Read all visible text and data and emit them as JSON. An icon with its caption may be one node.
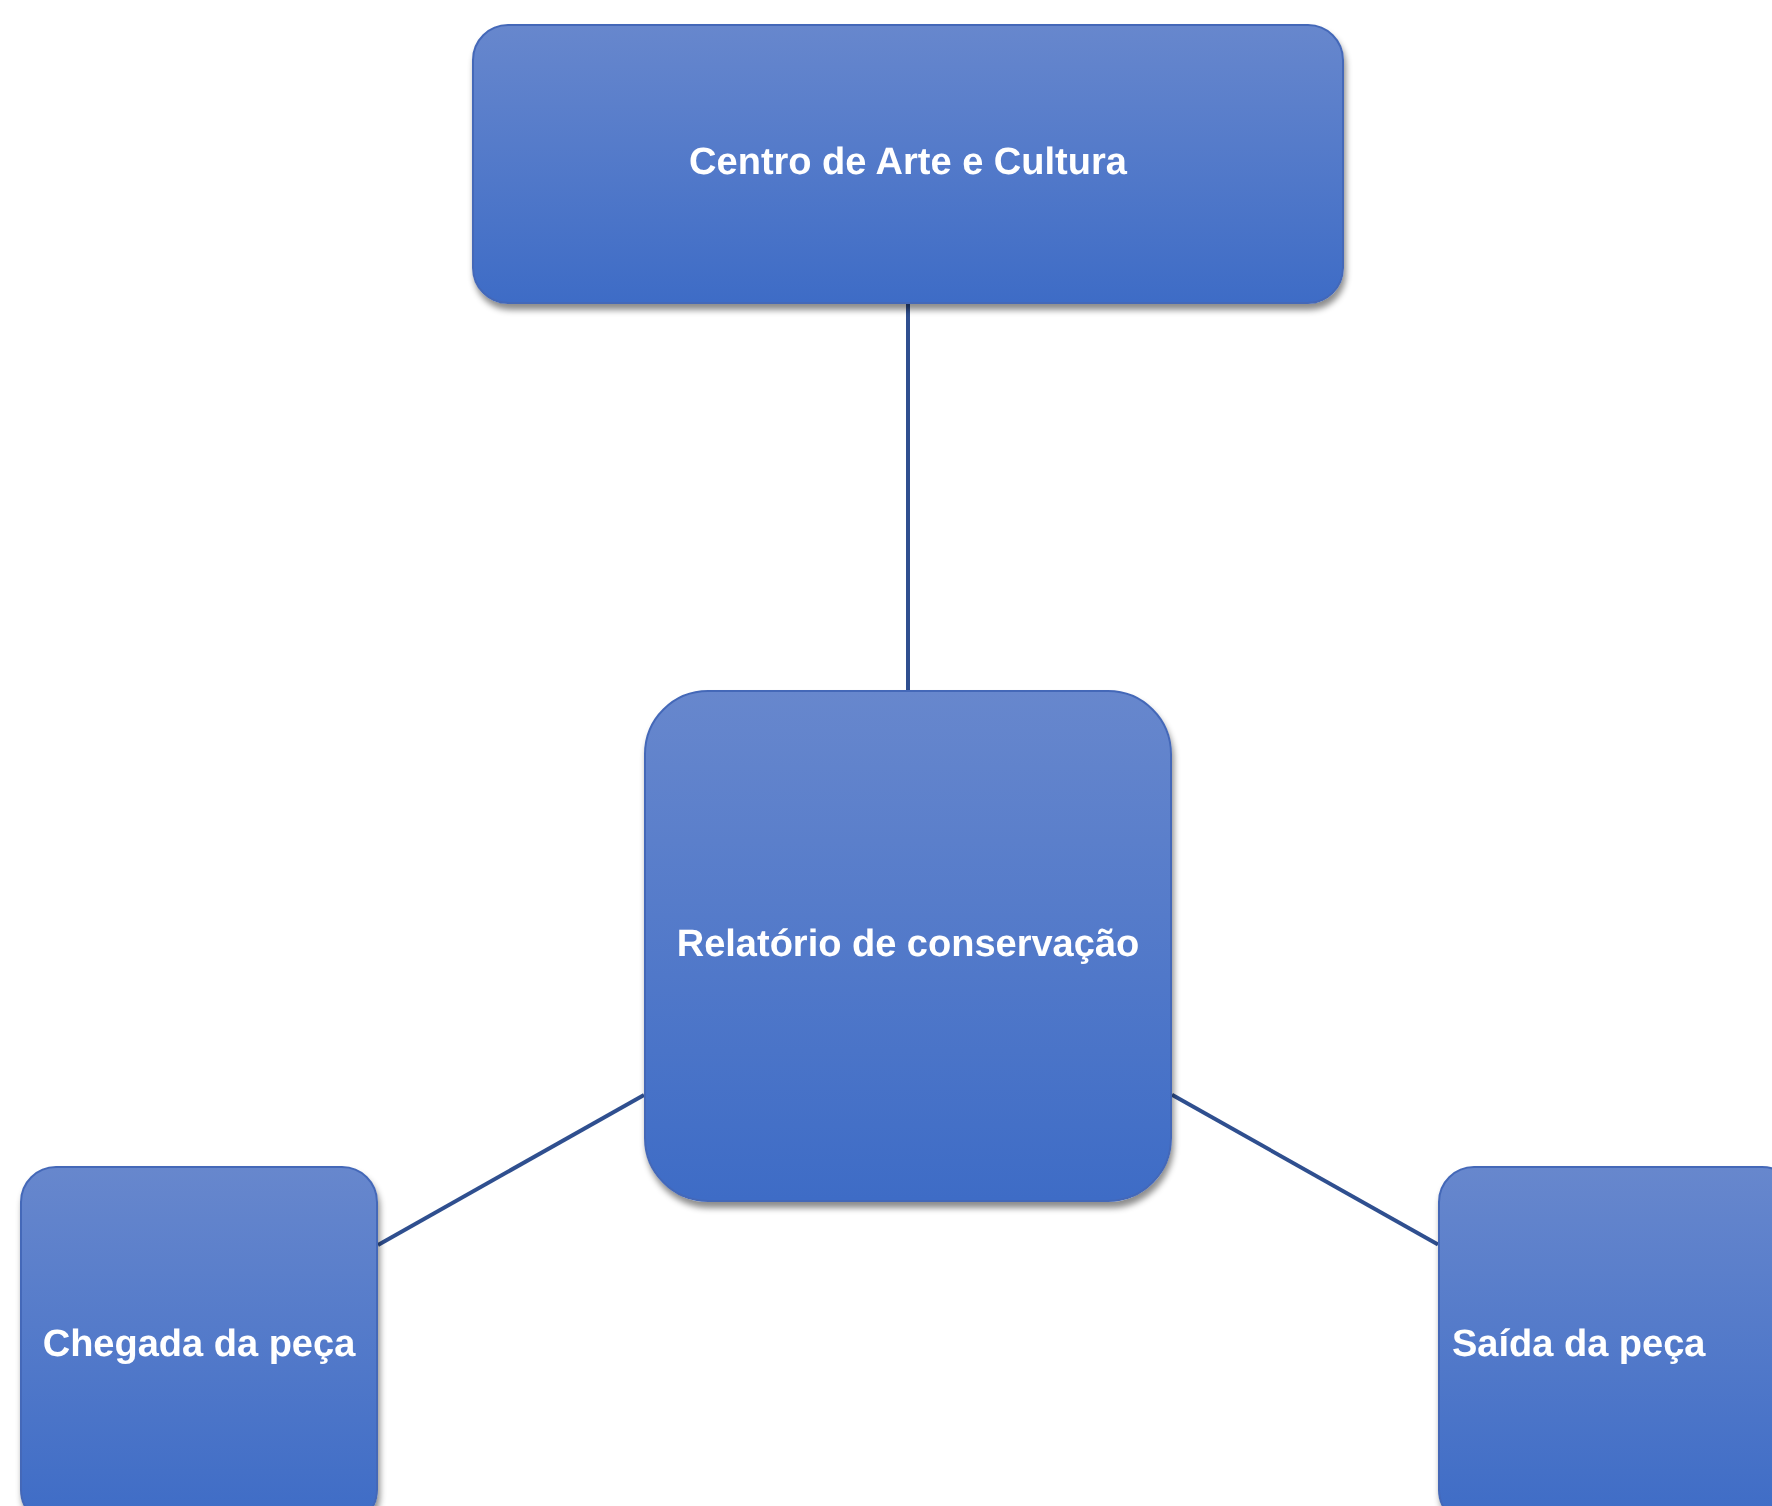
{
  "diagram": {
    "nodes": [
      {
        "text": [
          "Centro de Arte e Cultura"
        ]
      },
      {
        "text": [
          "Relatório de conservação"
        ]
      },
      {
        "text": [
          "Chegada da peça"
        ]
      },
      {
        "text": [
          "Saída da peça"
        ]
      }
    ],
    "edges": [
      {
        "from": 0,
        "to": 1,
        "arrow": "none"
      },
      {
        "from": 1,
        "to": 2,
        "arrow": "none"
      },
      {
        "from": 1,
        "to": 3,
        "arrow": "none"
      }
    ]
  }
}
